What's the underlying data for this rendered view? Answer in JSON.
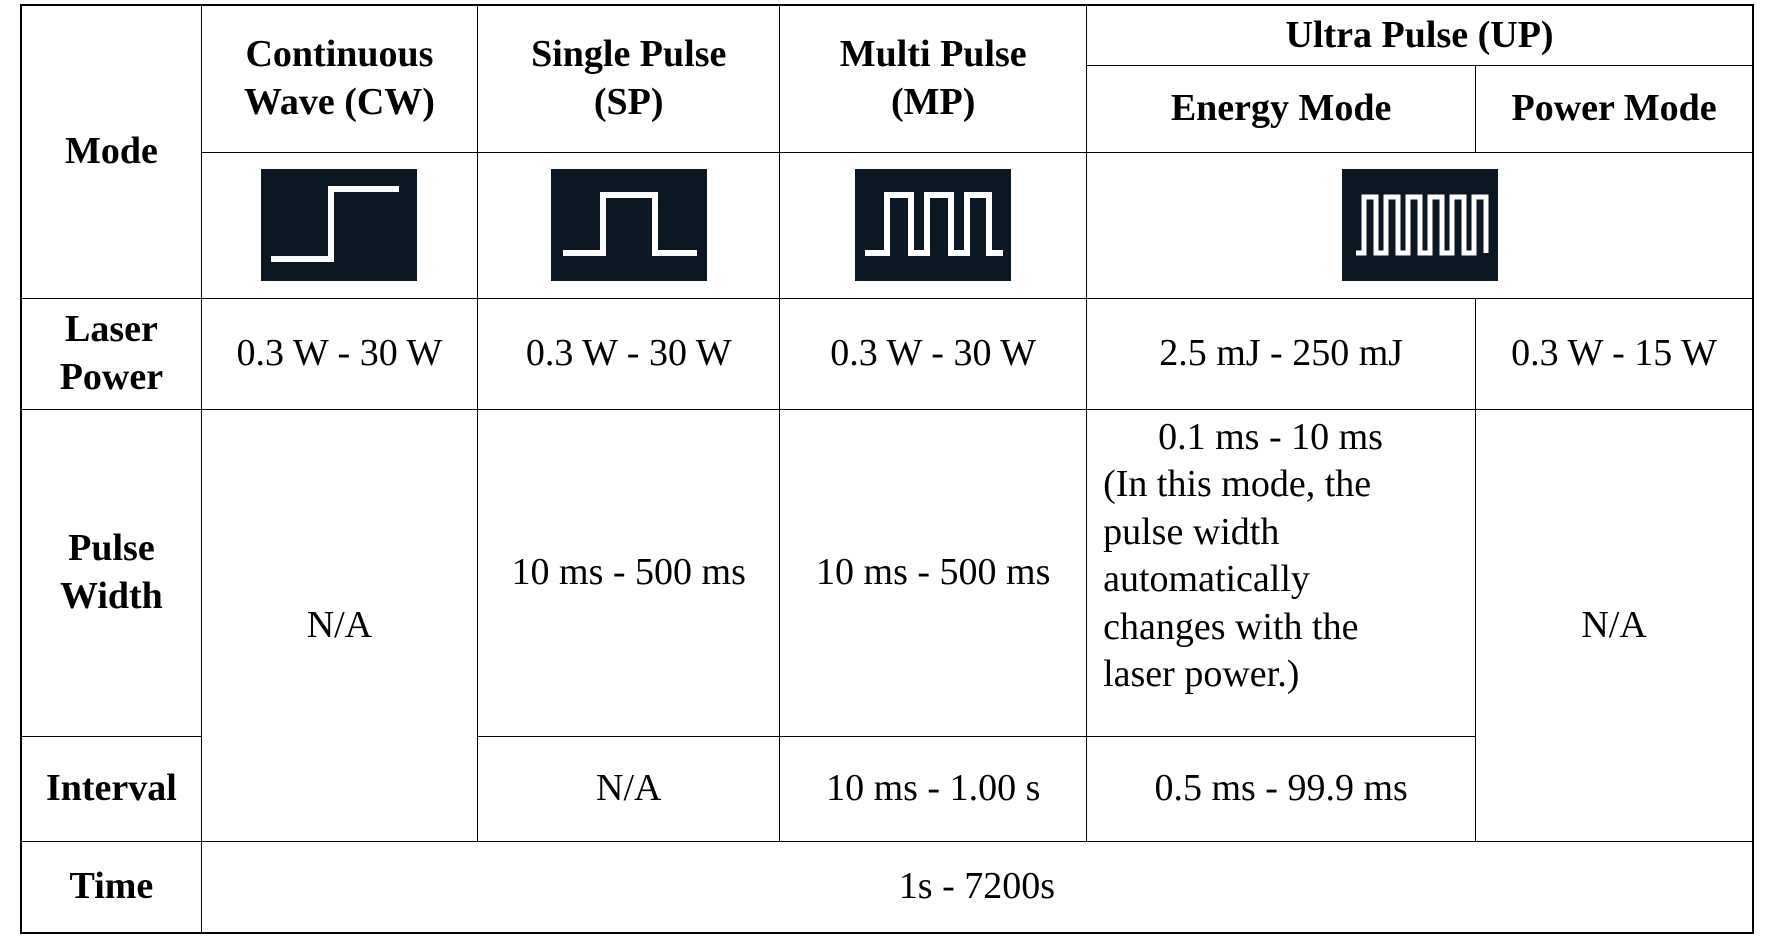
{
  "table": {
    "headers": {
      "mode": "Mode",
      "cw": "Continuous Wave (CW)",
      "sp": "Single Pulse (SP)",
      "mp": "Multi Pulse (MP)",
      "up": "Ultra Pulse (UP)",
      "energy_mode": "Energy Mode",
      "power_mode": "Power Mode"
    },
    "waveform_icons": {
      "cw": "step-waveform-icon",
      "sp": "single-pulse-waveform-icon",
      "mp": "multi-pulse-waveform-icon",
      "up": "ultra-pulse-waveform-icon"
    },
    "rows": {
      "laser_power": {
        "label": "Laser Power",
        "cw": "0.3 W - 30 W",
        "sp": "0.3 W - 30 W",
        "mp": "0.3 W - 30 W",
        "energy_mode": "2.5 mJ - 250 mJ",
        "power_mode": "0.3 W - 15 W"
      },
      "pulse_width": {
        "label": "Pulse Width",
        "cw": "N/A",
        "sp": "10 ms - 500 ms",
        "mp": "10 ms - 500 ms",
        "energy_mode_line1": "0.1 ms - 10 ms",
        "energy_mode_note": "(In this mode, the pulse width automatically changes with the laser power.)",
        "power_mode": "N/A"
      },
      "interval": {
        "label": "Interval",
        "sp": "N/A",
        "mp": "10 ms - 1.00 s",
        "energy_mode": "0.5 ms - 99.9 ms"
      },
      "time": {
        "label": "Time",
        "value": "1s - 7200s"
      }
    }
  }
}
